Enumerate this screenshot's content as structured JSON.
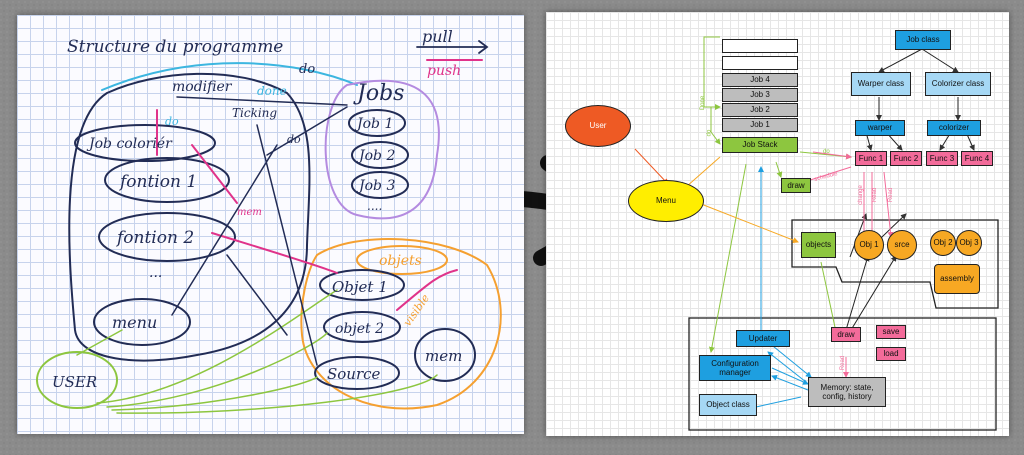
{
  "sketch": {
    "title": "Structure du programme",
    "labels": {
      "do_top": "do",
      "pull": "pull",
      "push": "push",
      "modifier": "modifier",
      "done": "done",
      "jobs": "Jobs",
      "ticking": "Ticking",
      "do_left": "do",
      "job_colorier": "Job coloriér",
      "ds": "do",
      "fonction1": "fontion 1",
      "fonction2": "fontion 2",
      "mem_small": "mem",
      "dots": "...",
      "job1": "Job 1",
      "job2": "Job 2",
      "job3": "Job 3",
      "jobs_dots": "....",
      "objets": "objets",
      "object1": "Objet 1",
      "objet2": "objet 2",
      "visible": "visible",
      "menu": "menu",
      "source": "Source",
      "mem": "mem",
      "user": "USER"
    }
  },
  "diagram": {
    "job_stack": {
      "jobs": [
        "Job 4",
        "Job 3",
        "Job 2",
        "Job 1"
      ],
      "label": "Job Stack"
    },
    "nodes": {
      "user": "User",
      "menu": "Menu",
      "draw_green": "draw",
      "job_class": "Job class",
      "warper_class": "Warper class",
      "colorizer_class": "Colorizer class",
      "warper": "warper",
      "colorizer": "colorizer",
      "func1": "Func 1",
      "func2": "Func 2",
      "func3": "Func 3",
      "func4": "Func 4",
      "objects": "objects",
      "obj1": "Obj 1",
      "srce": "srce",
      "obj2": "Obj 2",
      "obj3": "Obj 3",
      "assembly": "assembly",
      "updater": "Updater",
      "draw_pink": "draw",
      "save": "save",
      "load": "load",
      "config_manager": "Configuration manager",
      "memory": "Memory: state, config, history",
      "object_class": "Object class"
    },
    "edge_labels": {
      "done": "Done",
      "do_stack": "do",
      "do_func": "do",
      "change": "change",
      "read1": "Read",
      "read2": "Read",
      "schedule": "schedule",
      "read3": "Read"
    },
    "colors": {
      "blue": "#1e9fe0",
      "light_blue": "#a6d8f5",
      "green": "#8dc63f",
      "pink": "#f36b9a",
      "orange": "#f7a823",
      "red": "#ee5a24",
      "yellow": "#ffee00",
      "gray": "#bdbdbd"
    }
  }
}
